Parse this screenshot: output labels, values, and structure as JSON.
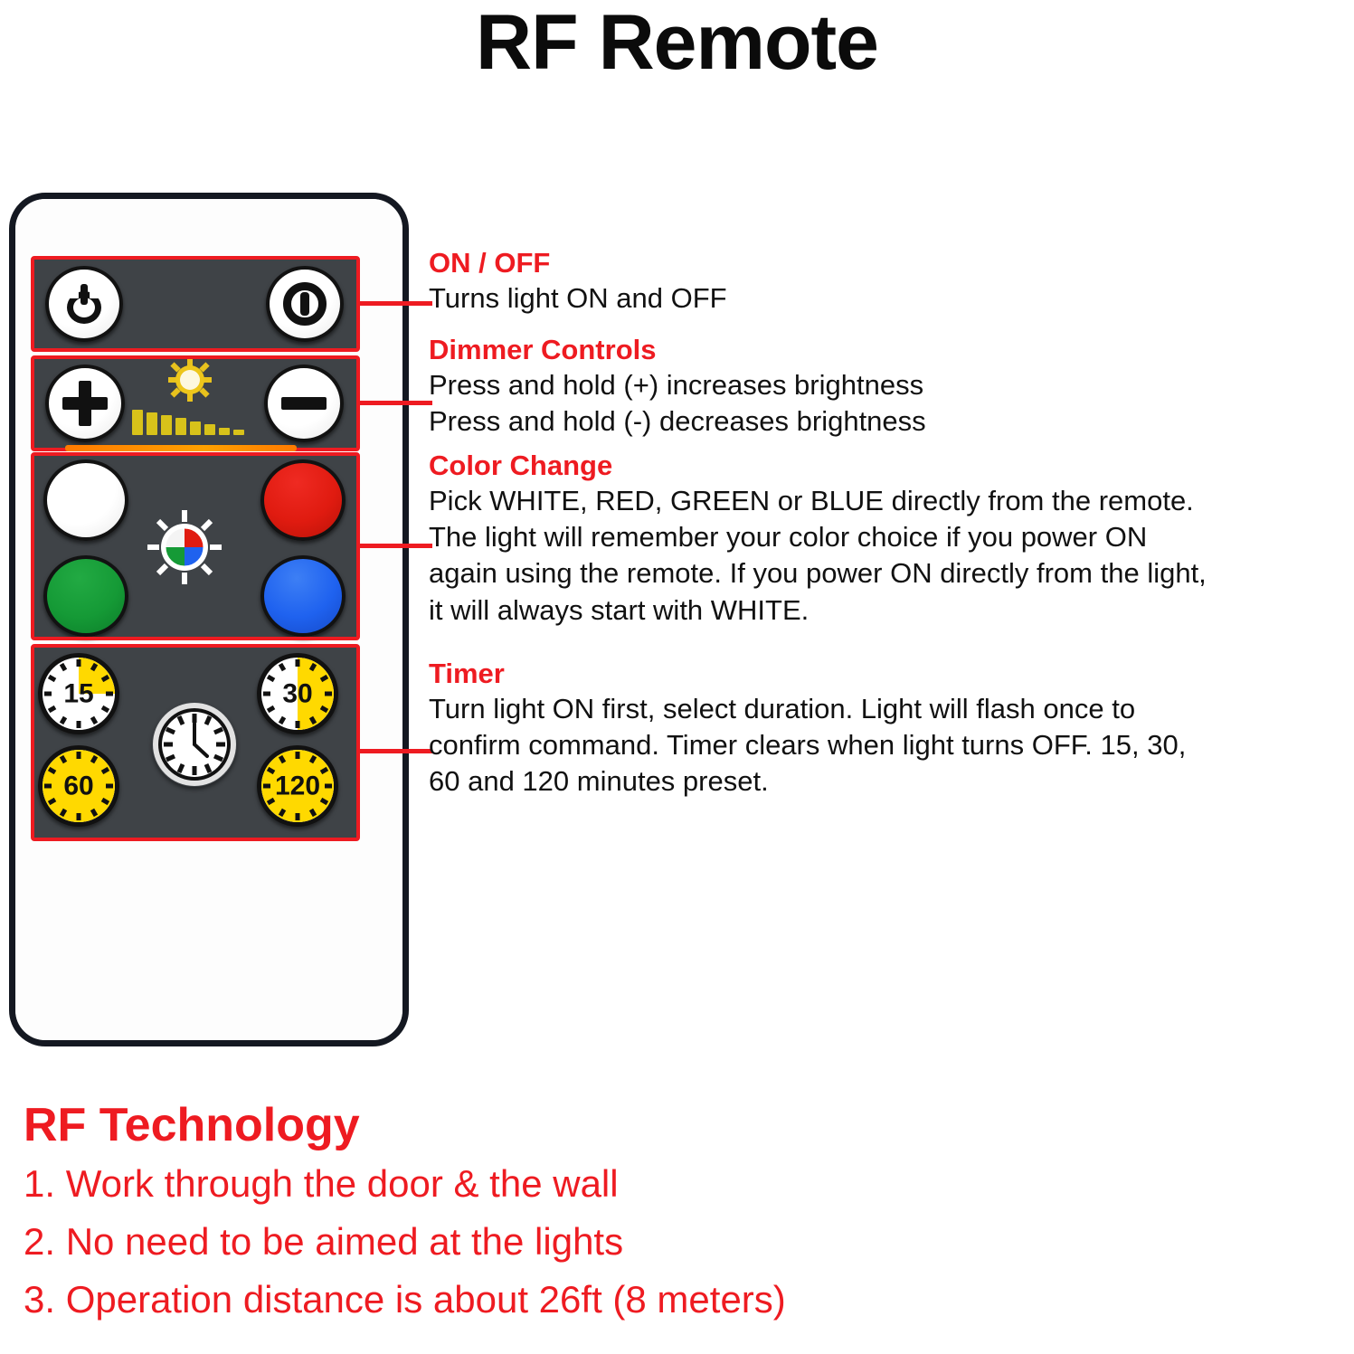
{
  "title": "RF Remote",
  "remote": {
    "sections": {
      "onoff": {
        "name": "ON / OFF row",
        "buttons": [
          {
            "label": "power-on",
            "icon": "power-on-icon"
          },
          {
            "label": "power-off",
            "icon": "power-off-icon"
          }
        ]
      },
      "dimmer": {
        "name": "Dimmer row",
        "buttons": [
          {
            "label": "+",
            "icon": "plus-icon"
          },
          {
            "label": "-",
            "icon": "minus-icon"
          }
        ],
        "indicator": "brightness-sun-icon",
        "bargraph_heights": [
          28,
          25,
          22,
          19,
          15,
          12,
          8,
          6
        ]
      },
      "color": {
        "name": "Color Change block",
        "buttons": [
          {
            "label": "white",
            "color": "#ffffff"
          },
          {
            "label": "red",
            "color": "#e01b10"
          },
          {
            "label": "green",
            "color": "#159a36"
          },
          {
            "label": "blue",
            "color": "#1f62ef"
          }
        ],
        "indicator": "color-wheel-icon"
      },
      "timer": {
        "name": "Timer block",
        "buttons": [
          {
            "label": "15",
            "fill_fraction": 0.25
          },
          {
            "label": "30",
            "fill_fraction": 0.5
          },
          {
            "label": "60",
            "fill_fraction": 1.0
          },
          {
            "label": "120",
            "fill_fraction": 1.0
          }
        ],
        "indicator": "clock-icon"
      }
    }
  },
  "annotations": [
    {
      "heading": "ON / OFF",
      "lines": [
        "Turns light ON and OFF"
      ]
    },
    {
      "heading": "Dimmer Controls",
      "lines": [
        "Press and hold (+) increases brightness",
        "Press and hold (-) decreases brightness"
      ]
    },
    {
      "heading": "Color Change",
      "lines": [
        "Pick WHITE, RED, GREEN or BLUE directly from the remote.",
        "The light will remember your color choice if you power ON",
        "again using the remote. If you power ON directly from the light,",
        "it will always start with WHITE."
      ]
    },
    {
      "heading": "Timer",
      "lines": [
        "Turn light ON first, select duration. Light will flash once to",
        "confirm command. Timer clears when light turns OFF. 15, 30,",
        "60 and 120 minutes preset."
      ]
    }
  ],
  "rf_technology": {
    "heading": "RF Technology",
    "items": [
      "1. Work through the door & the wall",
      "2. No need to be aimed at the lights",
      "3. Operation distance is about 26ft (8 meters)"
    ]
  },
  "colors": {
    "accent_red": "#ee1b21",
    "panel_grey": "#3f4347",
    "timer_yellow": "#ffd900",
    "bar_yellow": "#d8c21a",
    "orange": "#ff8a00"
  }
}
